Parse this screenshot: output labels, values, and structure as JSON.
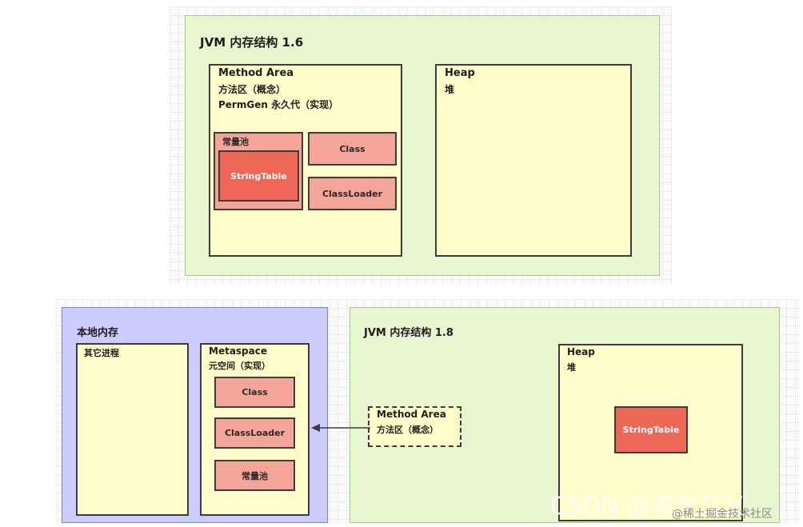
{
  "top": {
    "title": "JVM 内存结构 1.6",
    "method_area": {
      "title": "Method Area",
      "line2": "方法区（概念）",
      "line3": "PermGen 永久代（实现）",
      "constant_pool": {
        "label": "常量池",
        "string_table": "StringTable"
      },
      "class": "Class",
      "class_loader": "ClassLoader"
    },
    "heap": {
      "title": "Heap",
      "subtitle": "堆"
    }
  },
  "native": {
    "title": "本地内存",
    "other_process": "其它进程",
    "metaspace": {
      "title": "Metaspace",
      "subtitle": "元空间（实现）",
      "class": "Class",
      "class_loader": "ClassLoader",
      "constant_pool": "常量池"
    }
  },
  "jvm18": {
    "title": "JVM 内存结构 1.8",
    "method_area": {
      "title": "Method Area",
      "subtitle": "方法区（概念）"
    },
    "heap": {
      "title": "Heap",
      "subtitle": "堆",
      "string_table": "StringTable"
    }
  },
  "watermark": {
    "csdn": "CSDN @",
    "handle": "渴文艾乂",
    "juejin": "@稀土掘金技术社区"
  },
  "colors": {
    "green_panel": "#e8f7cf",
    "purple_panel": "#ccccff",
    "yellow_box": "#fffdc9",
    "pink_box": "#f5a597",
    "red_box": "#ef6756"
  }
}
